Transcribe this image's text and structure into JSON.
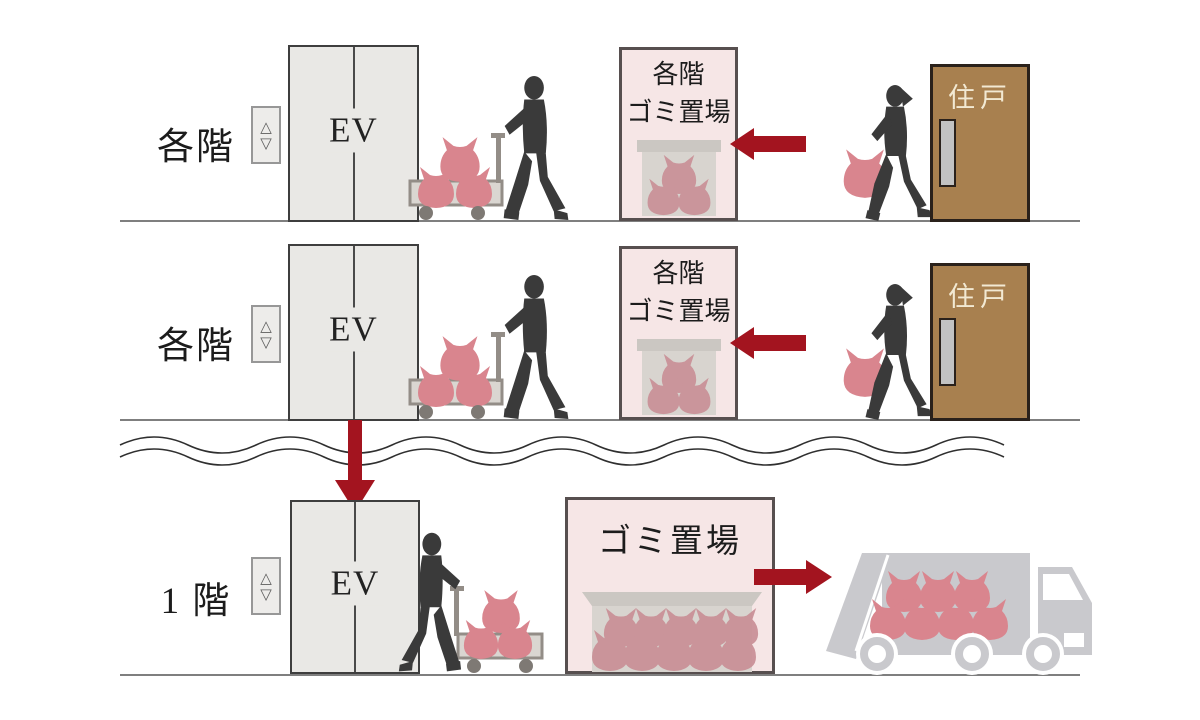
{
  "diagram": {
    "description_visible_text_only": true,
    "floors": [
      {
        "floor_label": "各階",
        "elevator_label": "EV",
        "room_label_line1": "各階",
        "room_label_line2": "ゴミ置場",
        "door_label": "住戸"
      },
      {
        "floor_label": "各階",
        "elevator_label": "EV",
        "room_label_line1": "各階",
        "room_label_line2": "ゴミ置場",
        "door_label": "住戸"
      },
      {
        "floor_label": "1 階",
        "elevator_label": "EV",
        "room_label": "ゴミ置場"
      }
    ],
    "icons": {
      "elevator_up_button": "△",
      "elevator_down_button": "▽"
    },
    "colors": {
      "arrow_red": "#a3141f",
      "bag_pink": "#d9858e",
      "bag_muted_pink": "#c98f96",
      "room_pink": "#f6e6e6",
      "door_brown": "#a8804f",
      "door_text_cream": "#f2e9d3",
      "elevator_gray": "#e9e8e5",
      "silhouette_dark": "#3a3a3a",
      "truck_gray": "#c9c9cd",
      "floor_line_gray": "#7f7f7f"
    }
  }
}
